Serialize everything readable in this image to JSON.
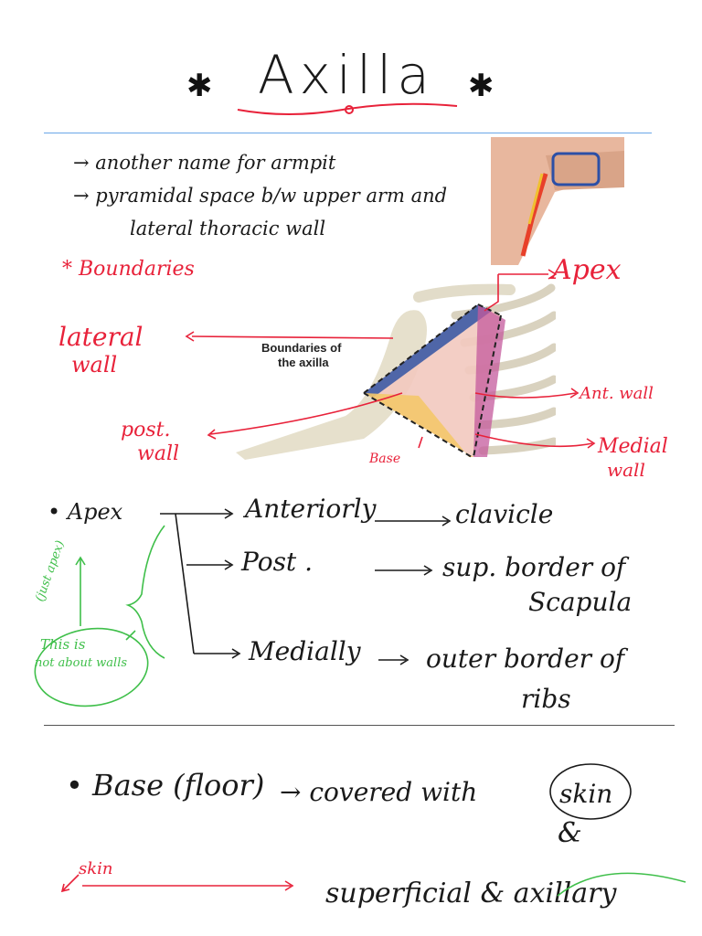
{
  "title": "Axilla",
  "intro": {
    "line1": "→ another name for armpit",
    "line2": "→ pyramidal space b/w upper arm and",
    "line3": "lateral thoracic wall"
  },
  "boundaries_heading": "* Boundaries",
  "figure": {
    "caption_line1": "Boundaries of",
    "caption_line2": "the axilla"
  },
  "labels": {
    "apex": "Apex",
    "lateral_wall_1": "lateral",
    "lateral_wall_2": "wall",
    "post_wall_1": "post.",
    "post_wall_2": "wall",
    "base": "Base",
    "ant_wall": "Ant. wall",
    "medial_wall_1": "Medial",
    "medial_wall_2": "wall"
  },
  "apex_section": {
    "bullet": "• Apex",
    "anteriorly": "Anteriorly",
    "clavicle": "clavicle",
    "post": "Post .",
    "post_value_1": "sup. border of",
    "post_value_2": "Scapula",
    "medially": "Medially",
    "medial_value_1": "outer border of",
    "medial_value_2": "ribs",
    "note_1": "(just apex)",
    "note_2": "This is",
    "note_3": "not about walls"
  },
  "base_section": {
    "bullet": "• Base (floor)",
    "arrow": "→ covered with",
    "skin": "skin",
    "amp": "&",
    "superficial": "superficial & axillary",
    "skin_note": "skin"
  },
  "colors": {
    "ink": "#1a1a1a",
    "red": "#e8223a",
    "green": "#3fbf4a",
    "rule": "#6aa7e8"
  }
}
